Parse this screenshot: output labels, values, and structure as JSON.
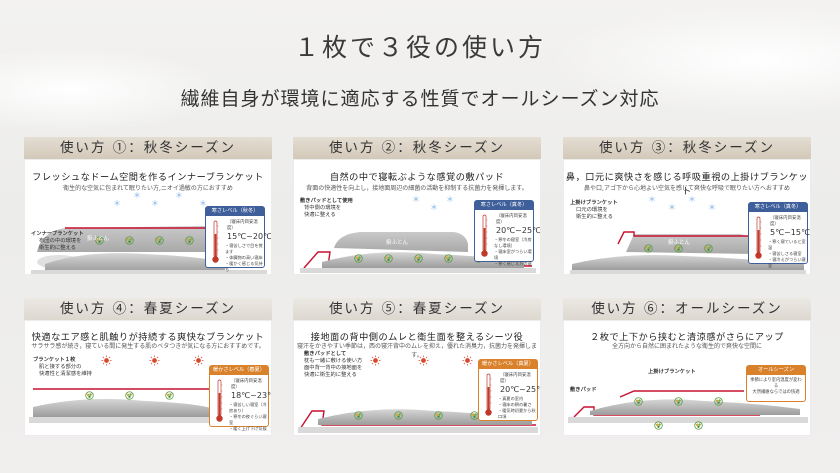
{
  "title": "１枚で３役の使い方",
  "subtitle": "繊維自身が環境に適応する性質でオールシーズン対応",
  "panels": [
    {
      "header": "使い方 ①：秋冬シーズン",
      "heading": "フレッシュなドーム空間を作るインナーブランケット",
      "desc": "衛生的な空気に包まれて眠りたい方,ニオイ過敏の方におすすめ",
      "label": "インナーブランケット",
      "label_sub": "布団の中の環境を\n衛生的に整える",
      "futon": "掛ふとん",
      "box": {
        "head": "寒さレベル（秋冬）",
        "sub": "（寝床内目安温度）",
        "temp": "15℃~20℃",
        "items": [
          "・寝苦しさで目を覚ます",
          "・体臓物の高い寝床",
          "・暖かく感じる気持ち"
        ]
      }
    },
    {
      "header": "使い方 ②：秋冬シーズン",
      "heading": "自然の中で寝転ぶような感覚の敷パッド",
      "desc": "背面の快適性を向上し，接地面周辺の細菌の活動を抑制する抗菌力を発揮します。",
      "label": "敷きパッドとして使用",
      "label_sub": "背中側の環境を\n快適に整える",
      "futon": "掛ふとん",
      "box": {
        "head": "寒さレベル（真冬）",
        "sub": "（寝床内目安温度）",
        "temp": "20℃~25℃",
        "items": [
          "・寒冬の寝室（冷房なし環境）",
          "・寝床室がつらい環境",
          "・寒く感じる方の寝"
        ]
      }
    },
    {
      "header": "使い方 ③：秋冬シーズン",
      "heading": "鼻，口元に爽快さを感じる呼吸重視の上掛けブランケット",
      "desc": "鼻や口,アゴ下から心地よい空気を感じて爽快な呼吸で眠りたい方へおすすめ",
      "label": "上掛けブランケット",
      "label_sub": "口元の環境を\n衛生的に整える",
      "futon": "掛ふとん",
      "box": {
        "head": "寒さレベル（真冬）",
        "sub": "（寝床内目安温度）",
        "temp": "5℃~15℃",
        "items": [
          "・寒く寝ていると室温",
          "・寝苦しさる寝室",
          "・寝冷えがつらい寝室"
        ]
      }
    },
    {
      "header": "使い方 ④：春夏シーズン",
      "heading": "快適なエア感と肌触りが持続する爽快なブランケット",
      "desc": "サラサラ感が続き，寝ている間に発生する肌のベタつきが気になる方におすすめです。",
      "label": "ブランケット１枚",
      "label_sub": "肌と接する部分の\n快適性と清潔感を維持",
      "box": {
        "head": "暖かさレベル（春夏）",
        "sub": "（寝床内目安温度）",
        "temp": "18℃~23℃",
        "items": [
          "・寝苦しい寝室（冷房あり）",
          "・寒冬の夜ぐらい寝室",
          "・暖く上げ下げ気候"
        ]
      }
    },
    {
      "header": "使い方 ⑤：春夏シーズン",
      "heading": "接地面の背中側のムレと衛生面を整えるシーツ役",
      "desc": "寝汗をかきやすい季節は，西の寝汗背中のムレを抑え，優れた消臭力，抗菌力を発揮します。",
      "label": "敷きパッドとして",
      "label_sub": "枕も一緒に敷ける使い方\n面中背一背中の接地面を\n快適に衛生的に整える",
      "box": {
        "head": "暖かさレベル（真夏）",
        "sub": "（寝床内目安温度）",
        "temp": "20℃~25℃",
        "items": [
          "・真夏の室内",
          "・寝床の朝の暑さ",
          "・暖気時初夏から秋口頃"
        ]
      }
    },
    {
      "header": "使い方 ⑥：オールシーズン",
      "heading": "２枚で上下から挟むと清涼感がさらにアップ",
      "desc": "全方向から自然に囲まれたような衛生的で爽快な空間に",
      "label_top": "上掛けブランケット",
      "label_bottom": "敷きパッド",
      "season": {
        "head": "オールシーズン",
        "desc": "季節により室内温度が変わる\n大然繊維ならではの快適"
      }
    }
  ]
}
